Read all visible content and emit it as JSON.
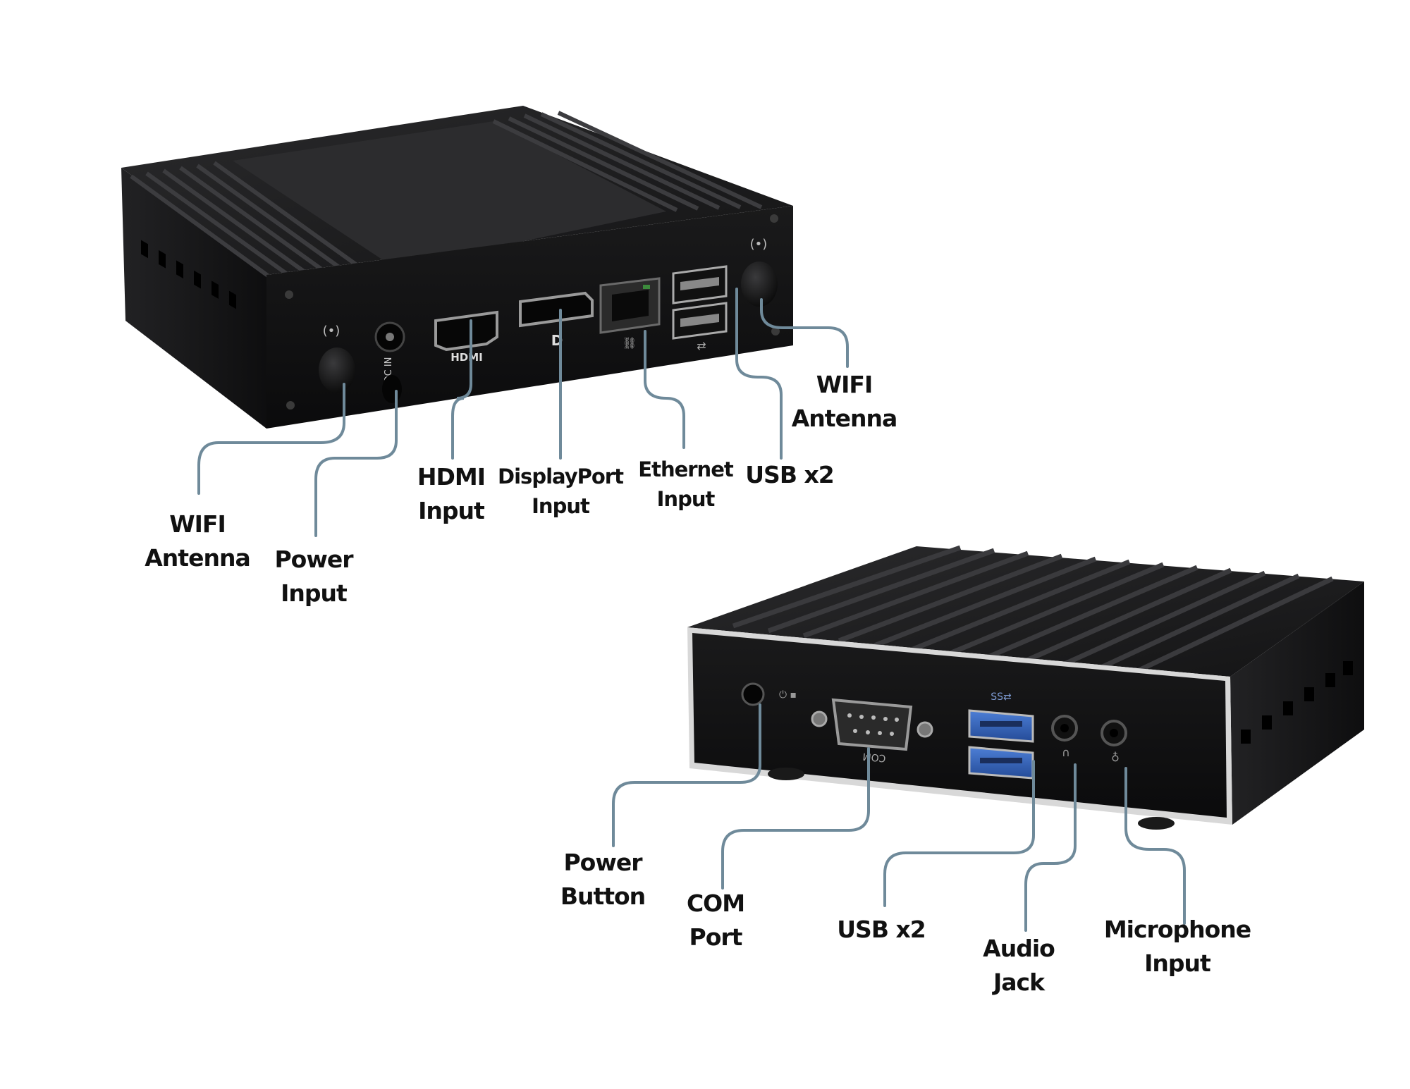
{
  "device_rear": {
    "panel_glyphs": {
      "dc_in": "DC IN",
      "hdmi": "HDMI",
      "dp": "D"
    },
    "labels": {
      "wifi_left": [
        "WIFI",
        "Antenna"
      ],
      "power_input": [
        "Power",
        "Input"
      ],
      "hdmi_input": [
        "HDMI",
        "Input"
      ],
      "displayport_input": [
        "DisplayPort",
        "Input"
      ],
      "ethernet_input": [
        "Ethernet",
        "Input"
      ],
      "usb_x2": [
        "USB x2"
      ],
      "wifi_right": [
        "WIFI",
        "Antenna"
      ]
    }
  },
  "device_front": {
    "panel_glyphs": {
      "com": "COM"
    },
    "labels": {
      "power_button": [
        "Power",
        "Button"
      ],
      "com_port": [
        "COM",
        "Port"
      ],
      "usb_x2": [
        "USB x2"
      ],
      "audio_jack": [
        "Audio",
        "Jack"
      ],
      "microphone_input": [
        "Microphone",
        "Input"
      ]
    }
  },
  "colors": {
    "callout_line": "#6f8a9a",
    "device_body": "#1c1c1e",
    "device_panel": "#0f0f10",
    "usb3_blue": "#2f5fb8",
    "label_text": "#111111"
  }
}
